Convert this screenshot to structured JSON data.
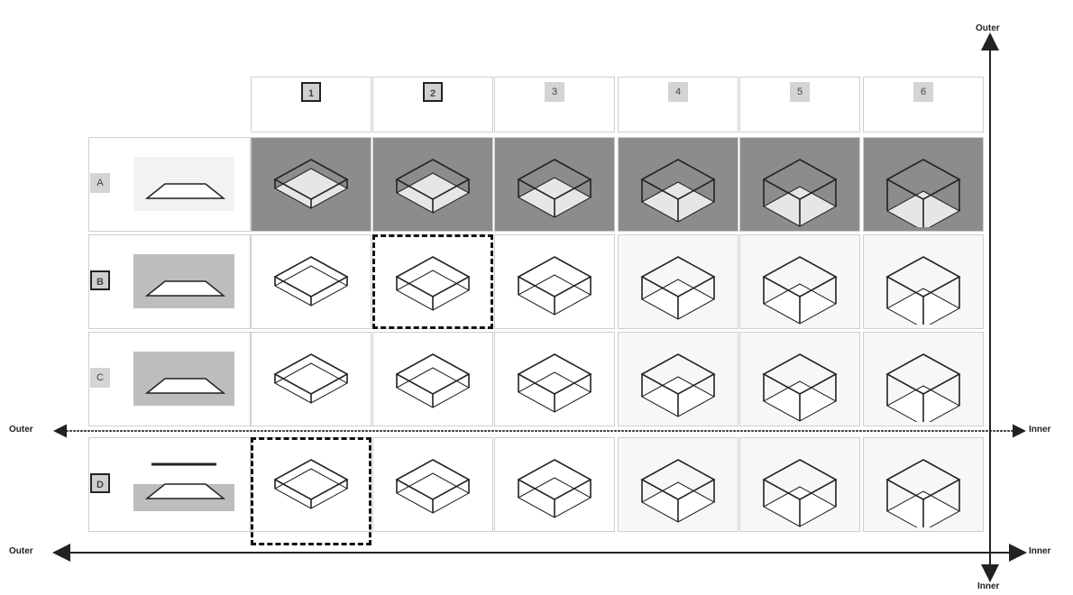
{
  "columns": [
    "1",
    "2",
    "3",
    "4",
    "5",
    "6"
  ],
  "rows": [
    "A",
    "B",
    "C",
    "D"
  ],
  "highlighted_column_labels": [
    "1",
    "2"
  ],
  "highlighted_row_labels": [
    "B",
    "D"
  ],
  "dashed_highlight_cells": [
    "B2",
    "D1"
  ],
  "axes": {
    "horizontal_left": "Outer",
    "horizontal_right": "Inner",
    "dotted_left": "Outer",
    "dotted_right": "Inner",
    "vertical_top": "Outer",
    "vertical_bottom": "Inner"
  },
  "colors": {
    "shaded_row": "#8c8c8c",
    "label_bg": "#d4d4d4",
    "line": "#222222"
  }
}
